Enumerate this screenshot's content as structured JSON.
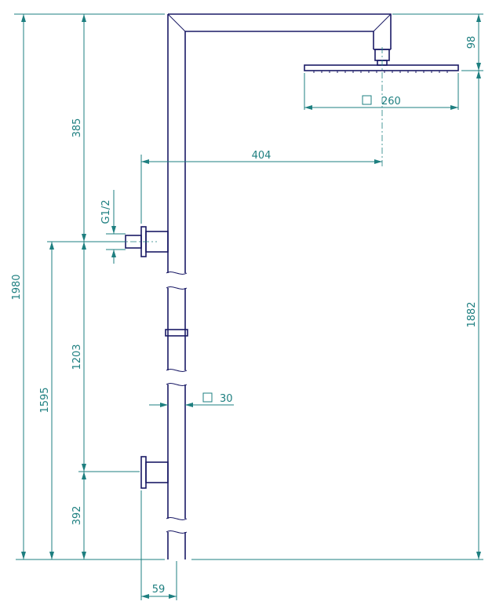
{
  "dimensions": {
    "total_height": "1980",
    "head_drop": "385",
    "head_size": "260",
    "arm_reach": "404",
    "thread": "G1/2",
    "outlet_height": "1595",
    "outlet_spacing": "1203",
    "lower_outlet_height": "392",
    "head_height": "1882",
    "head_thickness": "98",
    "pipe_size": "30",
    "wall_offset": "59"
  },
  "colors": {
    "dimension": "#1e7f80",
    "part": "#1a1a66"
  }
}
